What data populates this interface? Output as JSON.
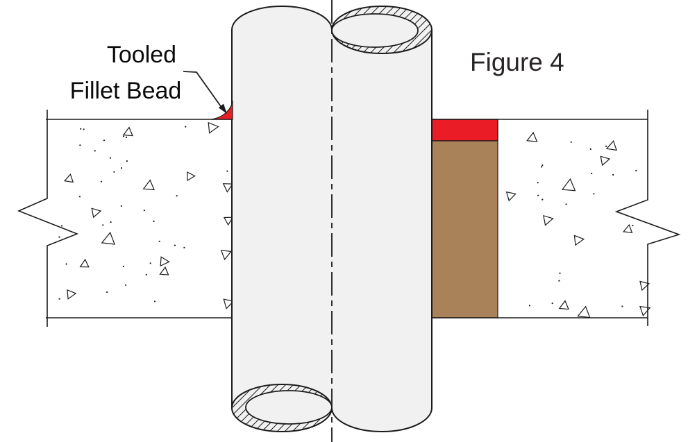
{
  "figure": {
    "title": "Figure 4",
    "callout": {
      "line1": "Tooled",
      "line2": "Fillet Bead"
    }
  },
  "colors": {
    "sealant_red": "#EA1C25",
    "backer_rod_brown": "#A9825A",
    "pipe_fill": "#F1F1F1",
    "line_black": "#1B1B1B",
    "title_text": "#282425",
    "background": "#FFFFFF"
  },
  "texture": {
    "dot_seed": 12,
    "left": {
      "dot_count": 34,
      "triangles": [
        [
          185,
          190,
          13,
          8
        ],
        [
          305,
          185,
          15,
          205
        ],
        [
          100,
          257,
          12,
          12
        ],
        [
          215,
          267,
          15,
          8
        ],
        [
          273,
          255,
          12,
          210
        ],
        [
          137,
          307,
          13,
          200
        ],
        [
          157,
          344,
          18,
          10
        ],
        [
          122,
          380,
          12,
          5
        ],
        [
          101,
          425,
          13,
          205
        ],
        [
          235,
          378,
          13,
          215
        ],
        [
          237,
          391,
          12,
          8
        ],
        [
          325,
          367,
          14,
          190
        ],
        [
          328,
          270,
          13,
          185
        ],
        [
          328,
          438,
          14,
          195
        ],
        [
          329,
          318,
          12,
          182
        ]
      ]
    },
    "right": {
      "dot_count": 30,
      "triangles": [
        [
          767,
          198,
          14,
          8
        ],
        [
          882,
          210,
          14,
          12
        ],
        [
          870,
          232,
          13,
          200
        ],
        [
          820,
          267,
          18,
          8
        ],
        [
          735,
          283,
          13,
          195
        ],
        [
          788,
          318,
          14,
          200
        ],
        [
          905,
          330,
          12,
          10
        ],
        [
          832,
          347,
          14,
          205
        ],
        [
          813,
          440,
          13,
          8
        ],
        [
          842,
          450,
          17,
          10
        ],
        [
          927,
          412,
          13,
          198
        ],
        [
          928,
          448,
          14,
          192
        ]
      ]
    }
  }
}
